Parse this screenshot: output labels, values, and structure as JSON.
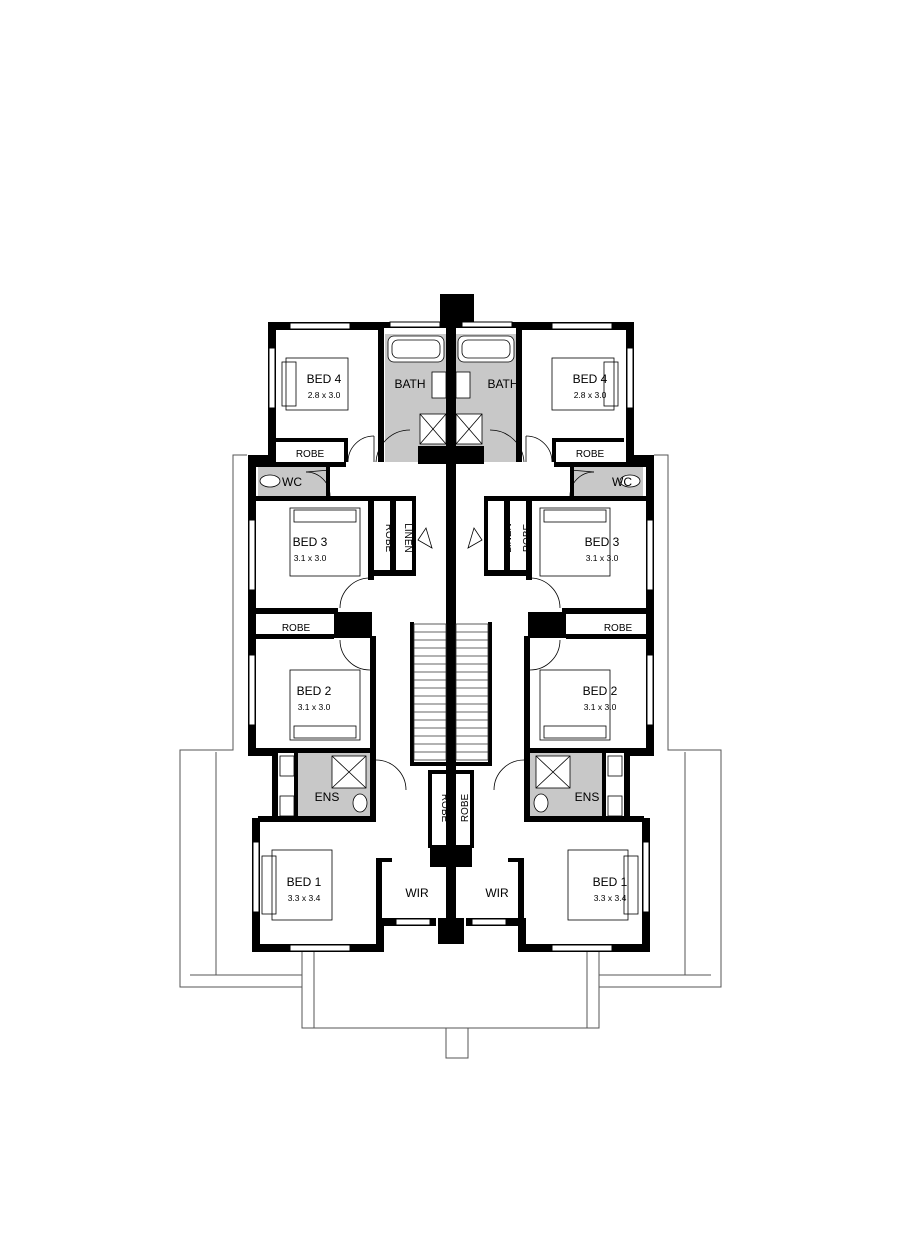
{
  "rooms": {
    "left_bed4": {
      "name": "BED 4",
      "size": "2.8 x 3.0"
    },
    "right_bed4": {
      "name": "BED 4",
      "size": "2.8 x 3.0"
    },
    "left_bath": {
      "name": "BATH"
    },
    "right_bath": {
      "name": "BATH"
    },
    "left_robe4": {
      "name": "ROBE"
    },
    "right_robe4": {
      "name": "ROBE"
    },
    "left_wc": {
      "name": "WC"
    },
    "right_wc": {
      "name": "WC"
    },
    "left_bed3": {
      "name": "BED 3",
      "size": "3.1 x 3.0"
    },
    "right_bed3": {
      "name": "BED 3",
      "size": "3.1 x 3.0"
    },
    "left_robe3": {
      "name": "ROBE"
    },
    "right_robe3": {
      "name": "ROBE"
    },
    "left_linen": {
      "name": "LINEN"
    },
    "right_linen": {
      "name": "LINEN"
    },
    "left_robe2": {
      "name": "ROBE"
    },
    "right_robe2": {
      "name": "ROBE"
    },
    "left_bed2": {
      "name": "BED 2",
      "size": "3.1 x 3.0"
    },
    "right_bed2": {
      "name": "BED 2",
      "size": "3.1 x 3.0"
    },
    "left_ens": {
      "name": "ENS"
    },
    "right_ens": {
      "name": "ENS"
    },
    "left_robe_hall": {
      "name": "ROBE"
    },
    "right_robe_hall": {
      "name": "ROBE"
    },
    "left_bed1": {
      "name": "BED 1",
      "size": "3.3 x 3.4"
    },
    "right_bed1": {
      "name": "BED 1",
      "size": "3.3 x 3.4"
    },
    "left_wir": {
      "name": "WIR"
    },
    "right_wir": {
      "name": "WIR"
    }
  }
}
